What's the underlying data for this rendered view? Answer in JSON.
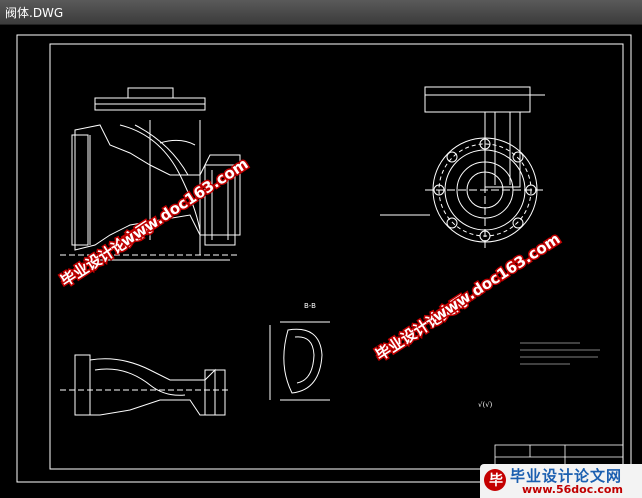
{
  "window": {
    "title": "阀体.DWG"
  },
  "drawing": {
    "section_label": "B-B",
    "scale_note": "√(√)"
  },
  "watermarks": {
    "brand": "毕业设计论文网",
    "url": "www.doc163.com"
  },
  "corner_logo": {
    "name": "毕业设计论文网",
    "url": "www.56doc.com",
    "icon_glyph": "毕"
  },
  "colors": {
    "background": "#000000",
    "lines": "#ffffff",
    "watermark_stroke": "#c00000",
    "logo_blue": "#1b5fb0"
  }
}
